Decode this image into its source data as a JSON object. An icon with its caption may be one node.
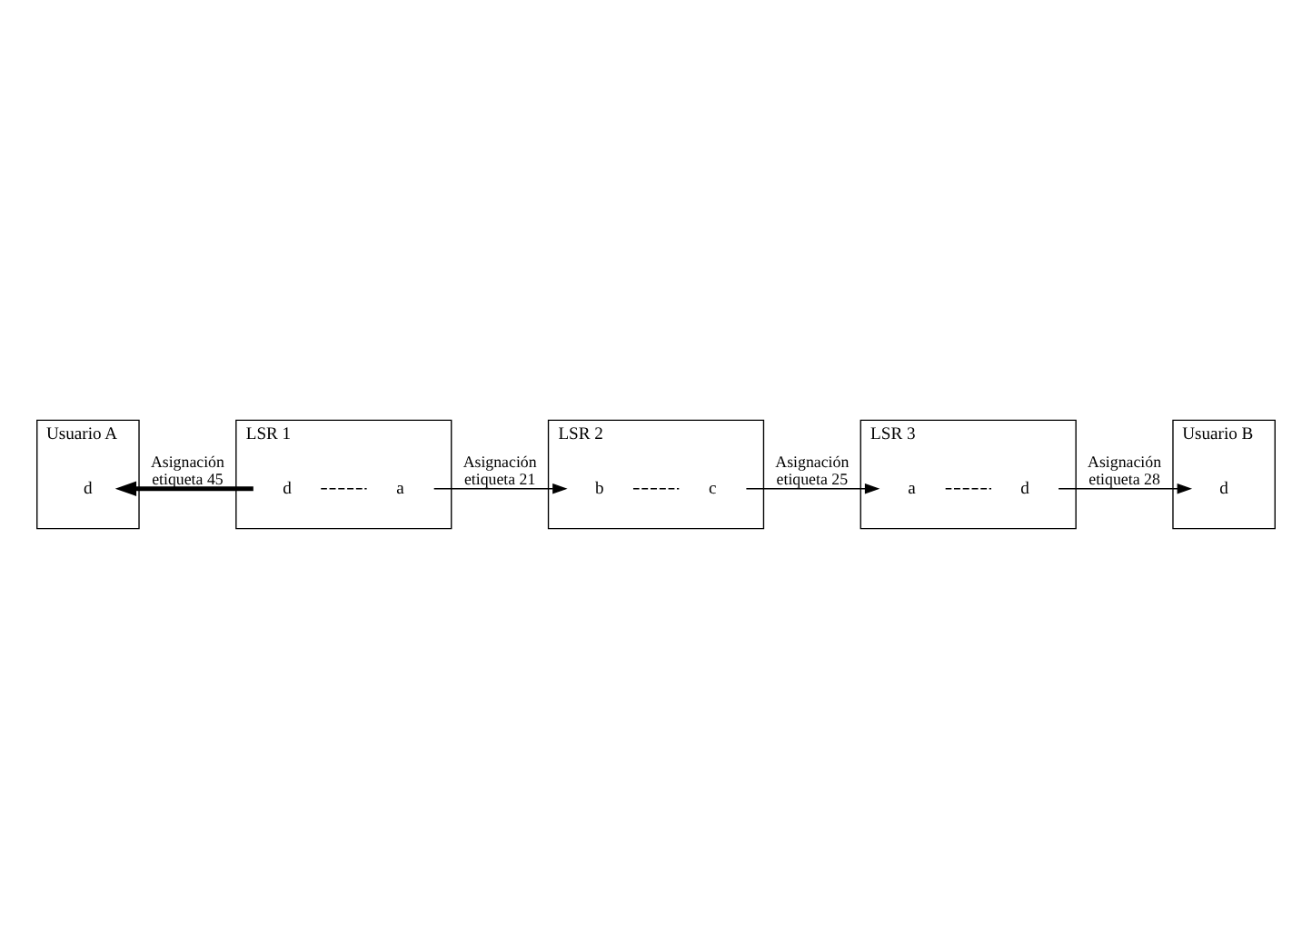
{
  "diagram": {
    "nodes": [
      {
        "text": [
          "Usuario A"
        ]
      },
      {
        "text": [
          "d"
        ],
        "in": 0
      },
      {
        "text": [
          "LSR 1"
        ]
      },
      {
        "text": [
          "d"
        ],
        "in": 2
      },
      {
        "text": [
          "a"
        ],
        "in": 2
      },
      {
        "text": [
          "LSR 2"
        ]
      },
      {
        "text": [
          "b"
        ],
        "in": 5
      },
      {
        "text": [
          "c"
        ],
        "in": 5
      },
      {
        "text": [
          "LSR 3"
        ]
      },
      {
        "text": [
          "a"
        ],
        "in": 8
      },
      {
        "text": [
          "d"
        ],
        "in": 8
      },
      {
        "text": [
          "Usuario B"
        ]
      },
      {
        "text": [
          "d"
        ],
        "in": 11
      }
    ],
    "edges": [
      {
        "from": 3,
        "to": 1,
        "arrow": "to",
        "style": "thick",
        "label": "Asignación etiqueta 45"
      },
      {
        "from": 3,
        "to": 4,
        "arrow": "none",
        "style": "dashed"
      },
      {
        "from": 4,
        "to": 6,
        "arrow": "to",
        "label": "Asignación etiqueta 21"
      },
      {
        "from": 6,
        "to": 7,
        "arrow": "none",
        "style": "dashed"
      },
      {
        "from": 7,
        "to": 9,
        "arrow": "to",
        "label": "Asignación etiqueta 25"
      },
      {
        "from": 9,
        "to": 10,
        "arrow": "none",
        "style": "dashed"
      },
      {
        "from": 10,
        "to": 12,
        "arrow": "to",
        "label": "Asignación etiqueta 28"
      }
    ]
  }
}
